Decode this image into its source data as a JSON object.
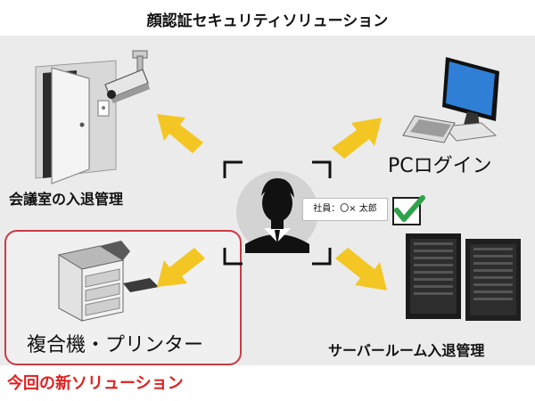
{
  "title": "顔認証セキュリティソリューション",
  "labels": {
    "meeting_room": "会議室の入退管理",
    "pc_login": "PCログイン",
    "server_room": "サーバールーム入退管理",
    "printer": "複合機・プリンター",
    "new_solution": "今回の新ソリューション"
  },
  "employee_tag": "社員：〇× 太郎",
  "colors": {
    "arrow": "#f3c623",
    "highlight_box": "#cc3a44",
    "new_solution_text": "#e02020",
    "check": "#2fa34a"
  },
  "icons": [
    "door-icon",
    "security-camera-icon",
    "pc-icon",
    "server-rack-icon",
    "printer-icon",
    "face-scan-icon",
    "check-icon"
  ]
}
